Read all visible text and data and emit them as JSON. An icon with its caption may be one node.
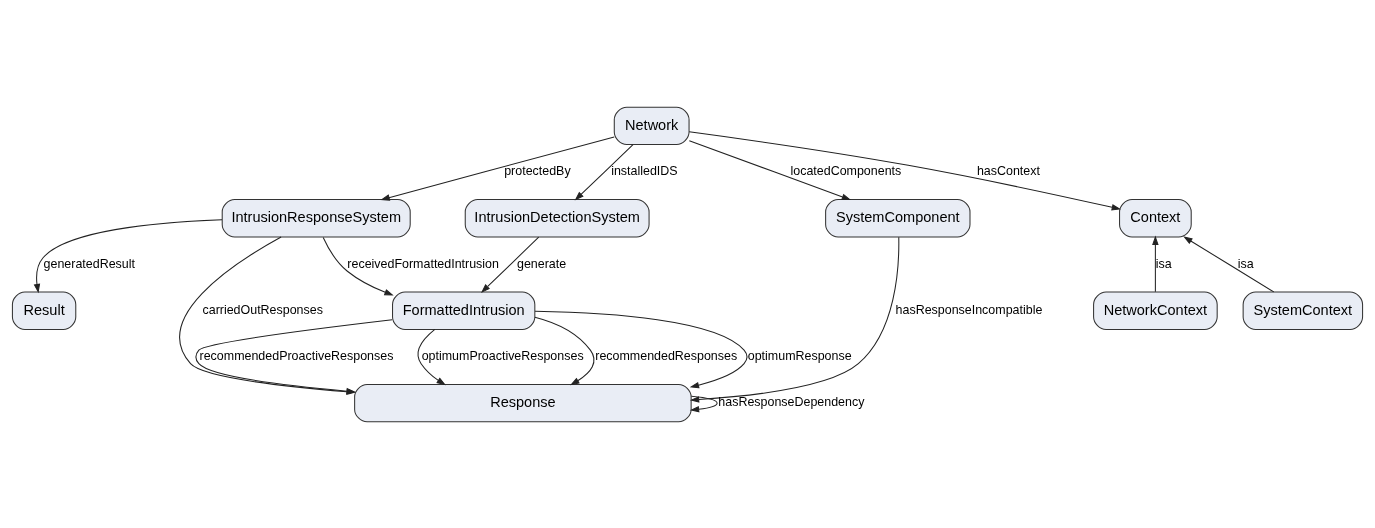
{
  "diagram": {
    "nodes": [
      {
        "text": [
          "Network"
        ]
      },
      {
        "text": [
          "IntrusionResponseSystem"
        ]
      },
      {
        "text": [
          "IntrusionDetectionSystem"
        ]
      },
      {
        "text": [
          "SystemComponent"
        ]
      },
      {
        "text": [
          "Context"
        ]
      },
      {
        "text": [
          "FormattedIntrusion"
        ]
      },
      {
        "text": [
          "Result"
        ]
      },
      {
        "text": [
          "SystemContext"
        ]
      },
      {
        "text": [
          "NetworkContext"
        ]
      },
      {
        "text": [
          "Response"
        ]
      }
    ],
    "edges": [
      {
        "from": 0,
        "to": 1,
        "arrow": "to",
        "label": "protectedBy"
      },
      {
        "from": 0,
        "to": 2,
        "arrow": "to",
        "label": "installedIDS"
      },
      {
        "from": 0,
        "to": 3,
        "arrow": "to",
        "label": "locatedComponents"
      },
      {
        "from": 0,
        "to": 4,
        "arrow": "to",
        "label": "hasContext"
      },
      {
        "from": 1,
        "to": 6,
        "arrow": "to",
        "label": "generatedResult"
      },
      {
        "from": 1,
        "to": 5,
        "arrow": "to",
        "label": "receivedFormattedIntrusion"
      },
      {
        "from": 2,
        "to": 5,
        "arrow": "to",
        "label": "generate"
      },
      {
        "from": 7,
        "to": 4,
        "arrow": "to",
        "label": "isa"
      },
      {
        "from": 8,
        "to": 4,
        "arrow": "to",
        "label": "isa"
      },
      {
        "from": 1,
        "to": 9,
        "arrow": "to",
        "label": "carriedOutResponses"
      },
      {
        "from": 5,
        "to": 9,
        "arrow": "to",
        "label": "recommendedResponses"
      },
      {
        "from": 5,
        "to": 9,
        "arrow": "to",
        "label": "optimumResponse"
      },
      {
        "from": 5,
        "to": 9,
        "arrow": "to",
        "label": "recommendedProactiveResponses"
      },
      {
        "from": 5,
        "to": 9,
        "arrow": "to",
        "label": "optimumProactiveResponses"
      },
      {
        "from": 3,
        "to": 9,
        "arrow": "to",
        "label": "hasResponseIncompatible"
      },
      {
        "from": 9,
        "to": 9,
        "arrow": "to",
        "label": "hasResponseDependency"
      }
    ]
  }
}
